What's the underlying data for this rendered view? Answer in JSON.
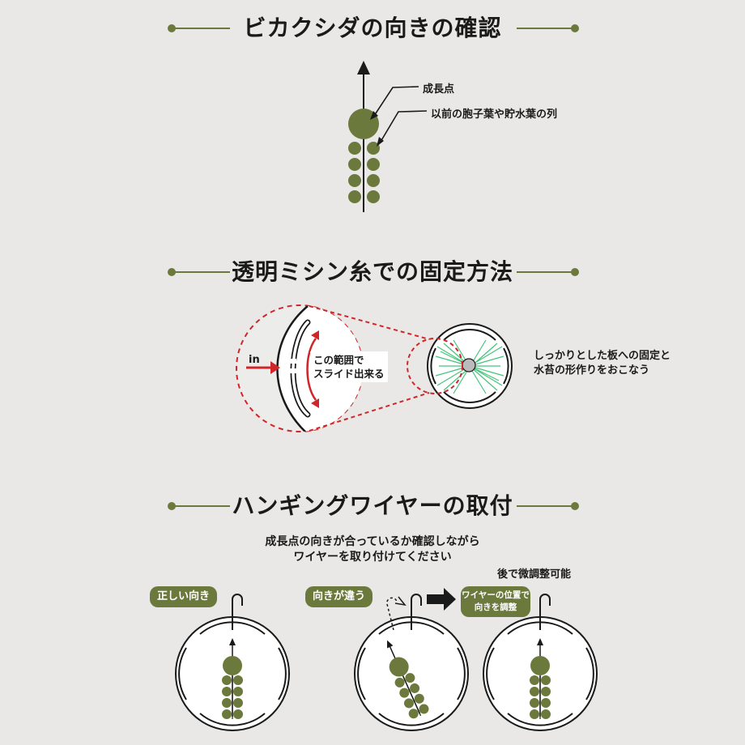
{
  "sections": {
    "orientation": {
      "title": "ビカクシダの向きの確認"
    },
    "fixing": {
      "title": "透明ミシン糸での固定方法"
    },
    "hanging": {
      "title": "ハンギングワイヤーの取付"
    }
  },
  "orientation_labels": {
    "growth_point": "成長点",
    "previous_leaves": "以前の胞子葉や貯水葉の列"
  },
  "fixing_labels": {
    "in": "in",
    "slide_line1": "この範囲で",
    "slide_line2": "スライド出来る",
    "note_line1": "しっかりとした板への固定と",
    "note_line2": "水苔の形作りをおこなう"
  },
  "hanging_labels": {
    "instruction_line1": "成長点の向きが合っているか確認しながら",
    "instruction_line2": "ワイヤーを取り付けてください",
    "later_adjust": "後で微調整可能",
    "correct": "正しい向き",
    "wrong": "向きが違う",
    "adjust_line1": "ワイヤーの位置で",
    "adjust_line2": "向きを調整"
  },
  "colors": {
    "olive": "#6b7a3c",
    "red": "#d0262a",
    "green_thread": "#43c47a",
    "background": "#e9e8e6"
  }
}
